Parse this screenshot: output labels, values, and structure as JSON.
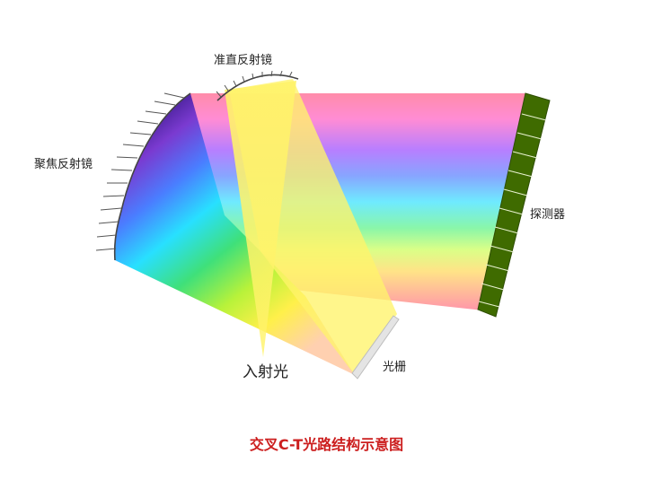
{
  "diagram": {
    "title": "交叉C-T光路结构示意图",
    "labels": {
      "collimating_mirror": "准直反射镜",
      "focusing_mirror": "聚焦反射镜",
      "detector": "探测器",
      "grating": "光栅",
      "incident_light": "入射光"
    }
  },
  "colors": {
    "title": "#cc1e1e",
    "incident_beam": "#fff36a",
    "detector": "#3f6b00",
    "grating": "#e4e4e4",
    "spectrum": [
      "#7a1fb0",
      "#5a6bff",
      "#3ff0d8",
      "#7cf05a",
      "#ffe84a",
      "#ff8ab0"
    ]
  }
}
